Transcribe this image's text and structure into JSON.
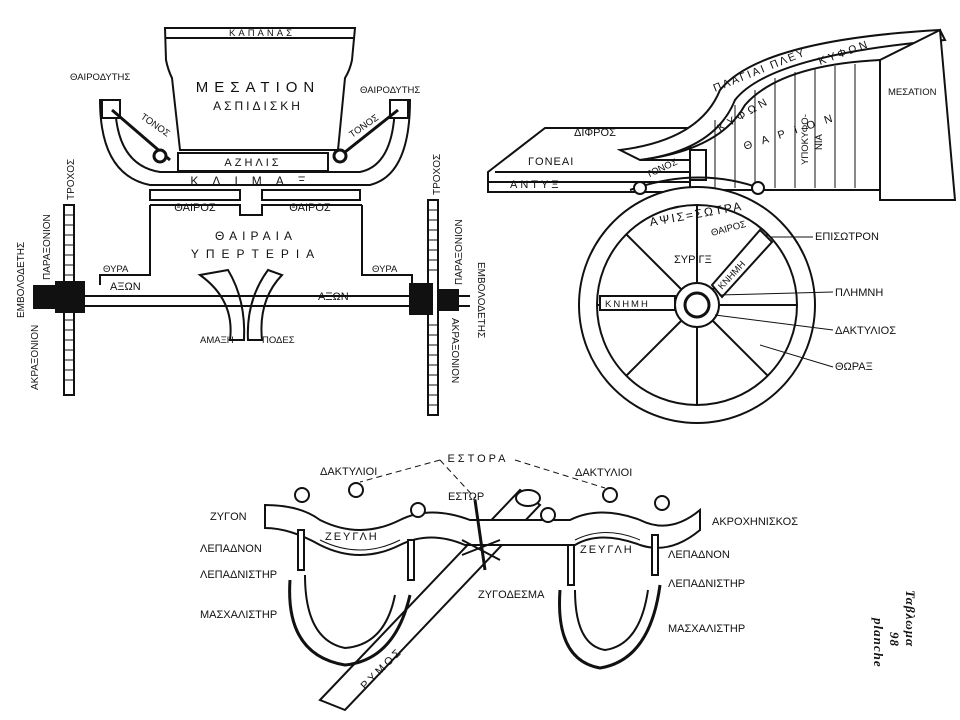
{
  "top_left": {
    "kapanas": "ΚΑΠΑΝΑΣ",
    "mesation": "ΜΕΣΑΤΙΟΝ",
    "aspidiski": "ΑΣΠΙΔΙΣΚΗ",
    "thairodytis_left": "ΘΑΙΡΟΔΥΤΗΣ",
    "thairodytis_right": "ΘΑΙΡΟΔΥΤΗΣ",
    "tonos_left": "ΤΟΝΟΣ",
    "tonos_right": "ΤΟΝΟΣ",
    "azilis": "ΑΖΗΛΙΣ",
    "klimax": "ΚΛΙΜΑΞ",
    "thairos_left": "ΘΑΙΡΟΣ",
    "thairos_right": "ΘΑΙΡΟΣ",
    "thairaia": "ΘΑΙΡΑΙΑ",
    "yperteria": "ΥΠΕΡΤΕΡΙΑ",
    "trochos_left": "ΤΡΟΧΟΣ",
    "trochos_right": "ΤΡΟΧΟΣ",
    "thyra_left": "ΘΥΡΑ",
    "thyra_right": "ΘΥΡΑ",
    "axon_left": "ΑΞΩΝ",
    "axon_right": "ΑΞΩΝ",
    "amaxi": "ΑΜΑΞΗ",
    "podes": "ΠΟΔΕΣ",
    "paraxonion_left": "ΠΑΡΑΞΟΝΙΟΝ",
    "paraxonion_right": "ΠΑΡΑΞΟΝΙΟΝ",
    "emvolodetis_left": "ΕΜΒΟΛΟΔΕΤΗΣ",
    "emvolodetis_right": "ΕΜΒΟΛΟΔΕΤΗΣ",
    "akraxonion_left": "ΑΚΡΑΞΟΝΙΟΝ",
    "akraxonion_right": "ΑΚΡΑΞΟΝΙΟΝ"
  },
  "top_right": {
    "plagiai_pleu": "ΠΛΑΓΙΑΙ ΠΛΕΥ",
    "kyfon_upper": "ΚΥΦΩΝ",
    "kyfon_lower": "ΚΥΦΩΝ",
    "mesation": "ΜΕΣΑΤΙΟΝ",
    "difros": "ΔΙΦΡΟΣ",
    "goneai": "ΓΟΝΕΑΙ",
    "antyx": "ΑΝΤΥΞ",
    "thairion": "ΘΑΡΙΟΝ",
    "ypokyfonia_a": "ΥΠΟΚΥΦΟ-",
    "ypokyfonia_b": "ΝΙΑ",
    "tonos": "ΤΟΝΟΣ",
    "apsis_sotra": "ΑΨΙΣ=ΣΩΤΡΑ",
    "thairos": "ΘΑΙΡΟΣ",
    "episotron": "ΕΠΙΣΩΤΡΟΝ",
    "syrinx": "ΣΥΡΙΓΞ",
    "knimi_upper": "ΚΝΗΜΗ",
    "knimi_left": "ΚΝΗΜΗ",
    "plimni": "ΠΛΗΜΝΗ",
    "daktylios": "ΔΑΚΤΥΛΙΟΣ",
    "thorax": "ΘΩΡΑΞ"
  },
  "bottom": {
    "estora": "ΕΣΤΟΡΑ",
    "daktylioi_left": "ΔΑΚΤΥΛΙΟΙ",
    "daktylioi_right": "ΔΑΚΤΥΛΙΟΙ",
    "estor": "ΕΣΤΩΡ",
    "zygon": "ΖΥΓΟΝ",
    "akrochniskos": "ΑΚΡΟΧΗΝΙΣΚΟΣ",
    "zeygli_left": "ΖΕΥΓΛΗ",
    "zeygli_right": "ΖΕΥΓΛΗ",
    "lepadnon_left": "ΛΕΠΑΔΝΟΝ",
    "lepadnon_right": "ΛΕΠΑΔΝΟΝ",
    "lepadnistir_left": "ΛΕΠΑΔΝΙΣΤΗΡ",
    "lepadnistir_right": "ΛΕΠΑΔΝΙΣΤΗΡ",
    "zygodesma": "ΖΥΓΟΔΕΣΜΑ",
    "maschalistir_left": "ΜΑΣΧΑΛΙΣΤΗΡ",
    "maschalistir_right": "ΜΑΣΧΑΛΙΣΤΗΡ",
    "rymos": "ΡΥΜΟΣ"
  },
  "plate": {
    "tabula": "Ταβλωμα",
    "number": "98",
    "planche": "planche"
  }
}
